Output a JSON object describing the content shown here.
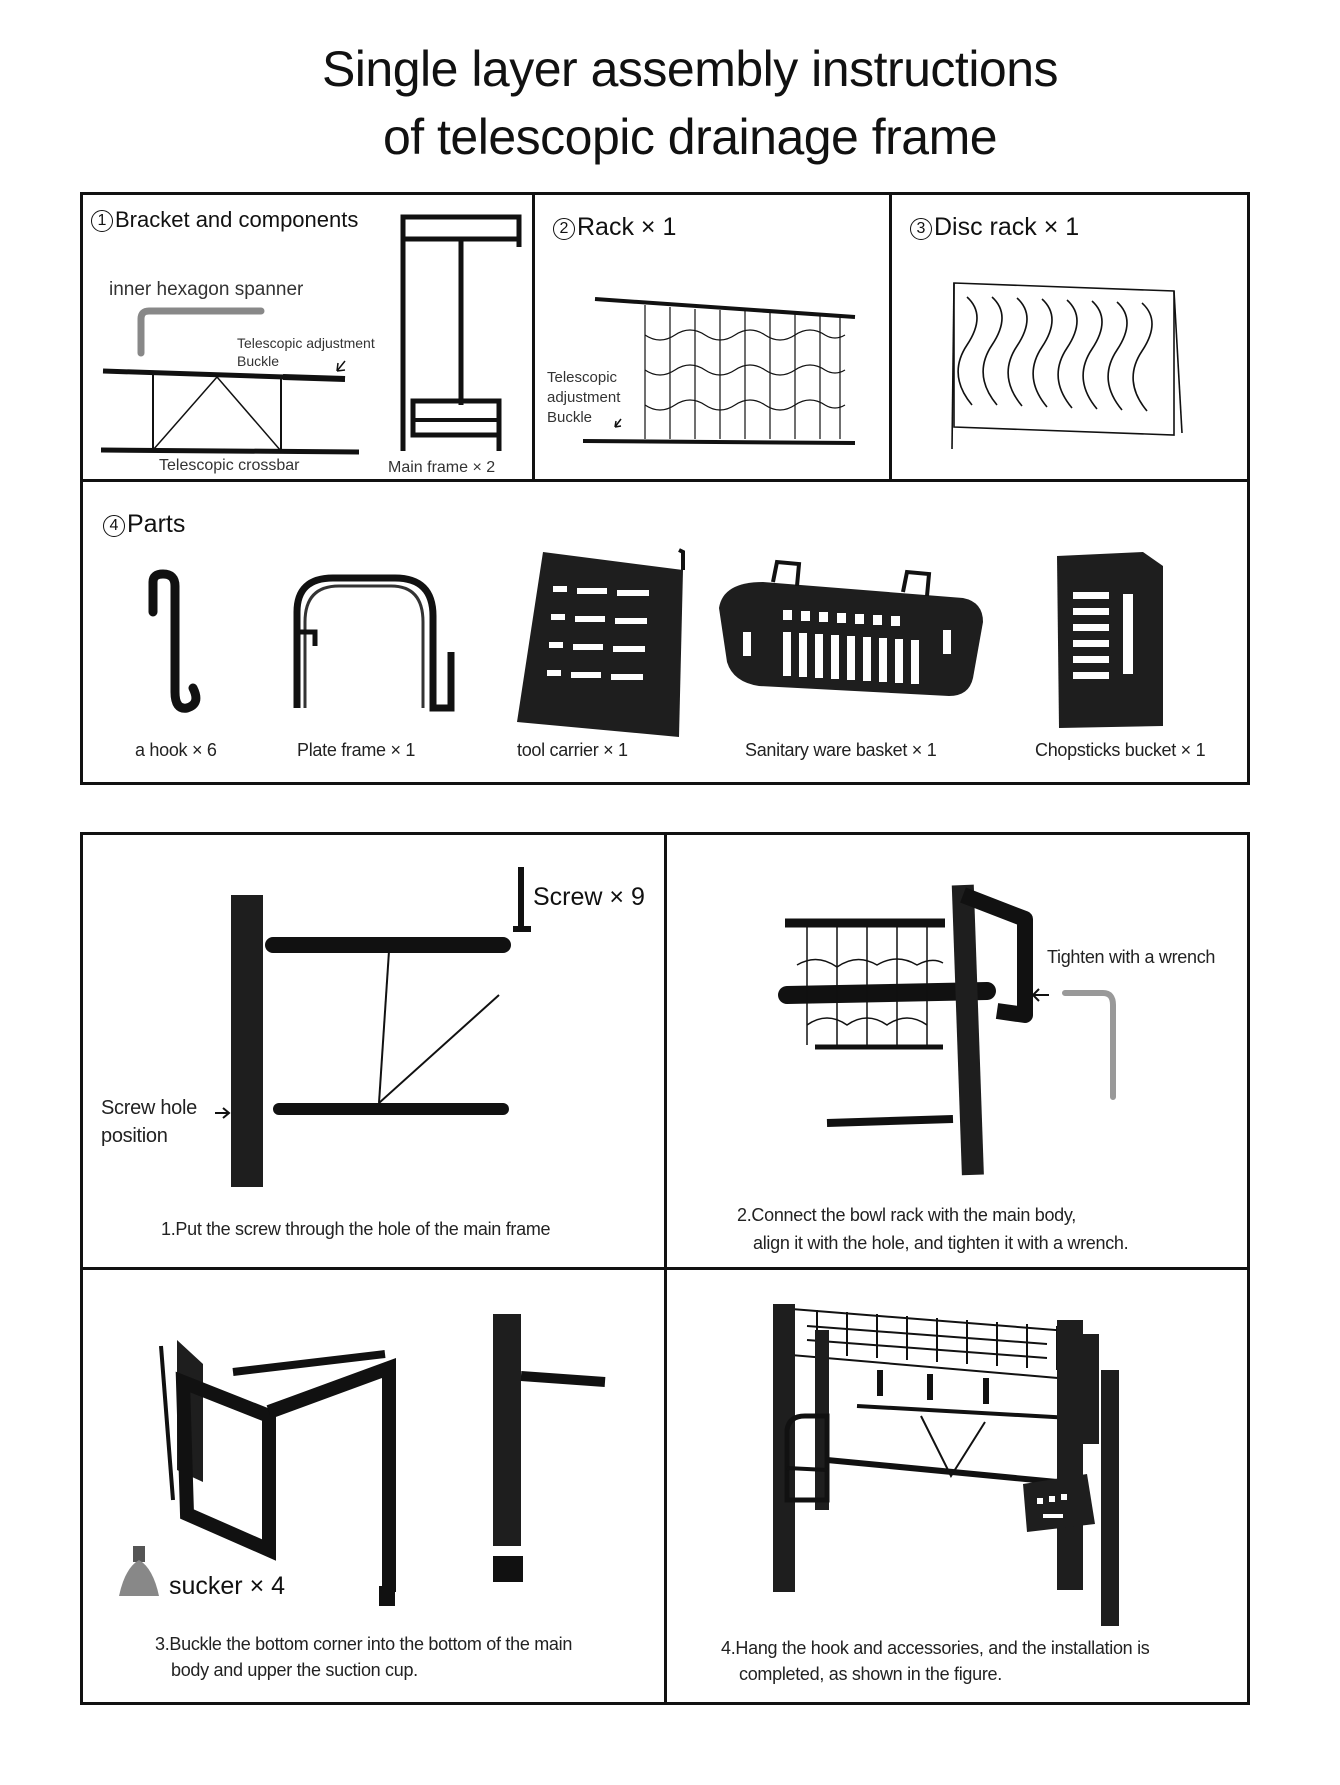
{
  "title": {
    "line1": "Single layer assembly instructions",
    "line2": "of telescopic drainage frame"
  },
  "components": {
    "bracket": {
      "number": "1",
      "title": "Bracket and components",
      "spanner_label": "inner hexagon spanner",
      "adjustment_label": "Telescopic adjustment",
      "buckle_label": "Buckle",
      "crossbar_label": "Telescopic crossbar",
      "main_frame_label": "Main frame × 2"
    },
    "rack": {
      "number": "2",
      "title": "Rack × 1",
      "adjust_label_1": "Telescopic",
      "adjust_label_2": "adjustment",
      "adjust_label_3": "Buckle"
    },
    "disc_rack": {
      "number": "3",
      "title": "Disc rack × 1"
    }
  },
  "parts": {
    "number": "4",
    "title": "Parts",
    "items": [
      {
        "label": "a hook × 6",
        "icon": "hook-icon"
      },
      {
        "label": "Plate frame × 1",
        "icon": "plate-frame-icon"
      },
      {
        "label": "tool carrier × 1",
        "icon": "tool-carrier-icon"
      },
      {
        "label": "Sanitary ware basket × 1",
        "icon": "basket-icon"
      },
      {
        "label": "Chopsticks bucket × 1",
        "icon": "chopsticks-bucket-icon"
      }
    ]
  },
  "steps": {
    "step1": {
      "screw_label": "Screw × 9",
      "hole_label_1": "Screw hole",
      "hole_label_2": "position",
      "text": "1.Put the screw through the hole of the main frame"
    },
    "step2": {
      "tighten_label": "Tighten with a wrench",
      "text_1": "2.Connect the bowl rack with the main body,",
      "text_2": "align it with the hole, and tighten it with a wrench."
    },
    "step3": {
      "sucker_label": "sucker × 4",
      "text_1": "3.Buckle the bottom corner into the bottom of the main",
      "text_2": "body and upper the suction cup."
    },
    "step4": {
      "text_1": "4.Hang the hook and accessories, and the installation is",
      "text_2": "completed, as shown in the figure."
    }
  }
}
